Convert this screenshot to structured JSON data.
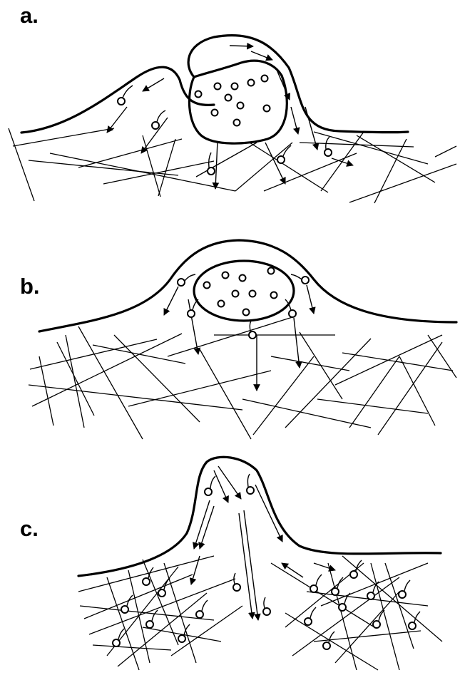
{
  "panels": [
    {
      "id": "a",
      "label": "a."
    },
    {
      "id": "b",
      "label": "b."
    },
    {
      "id": "c",
      "label": "c."
    }
  ],
  "colors": {
    "ink": "#000000",
    "background": "#ffffff"
  }
}
